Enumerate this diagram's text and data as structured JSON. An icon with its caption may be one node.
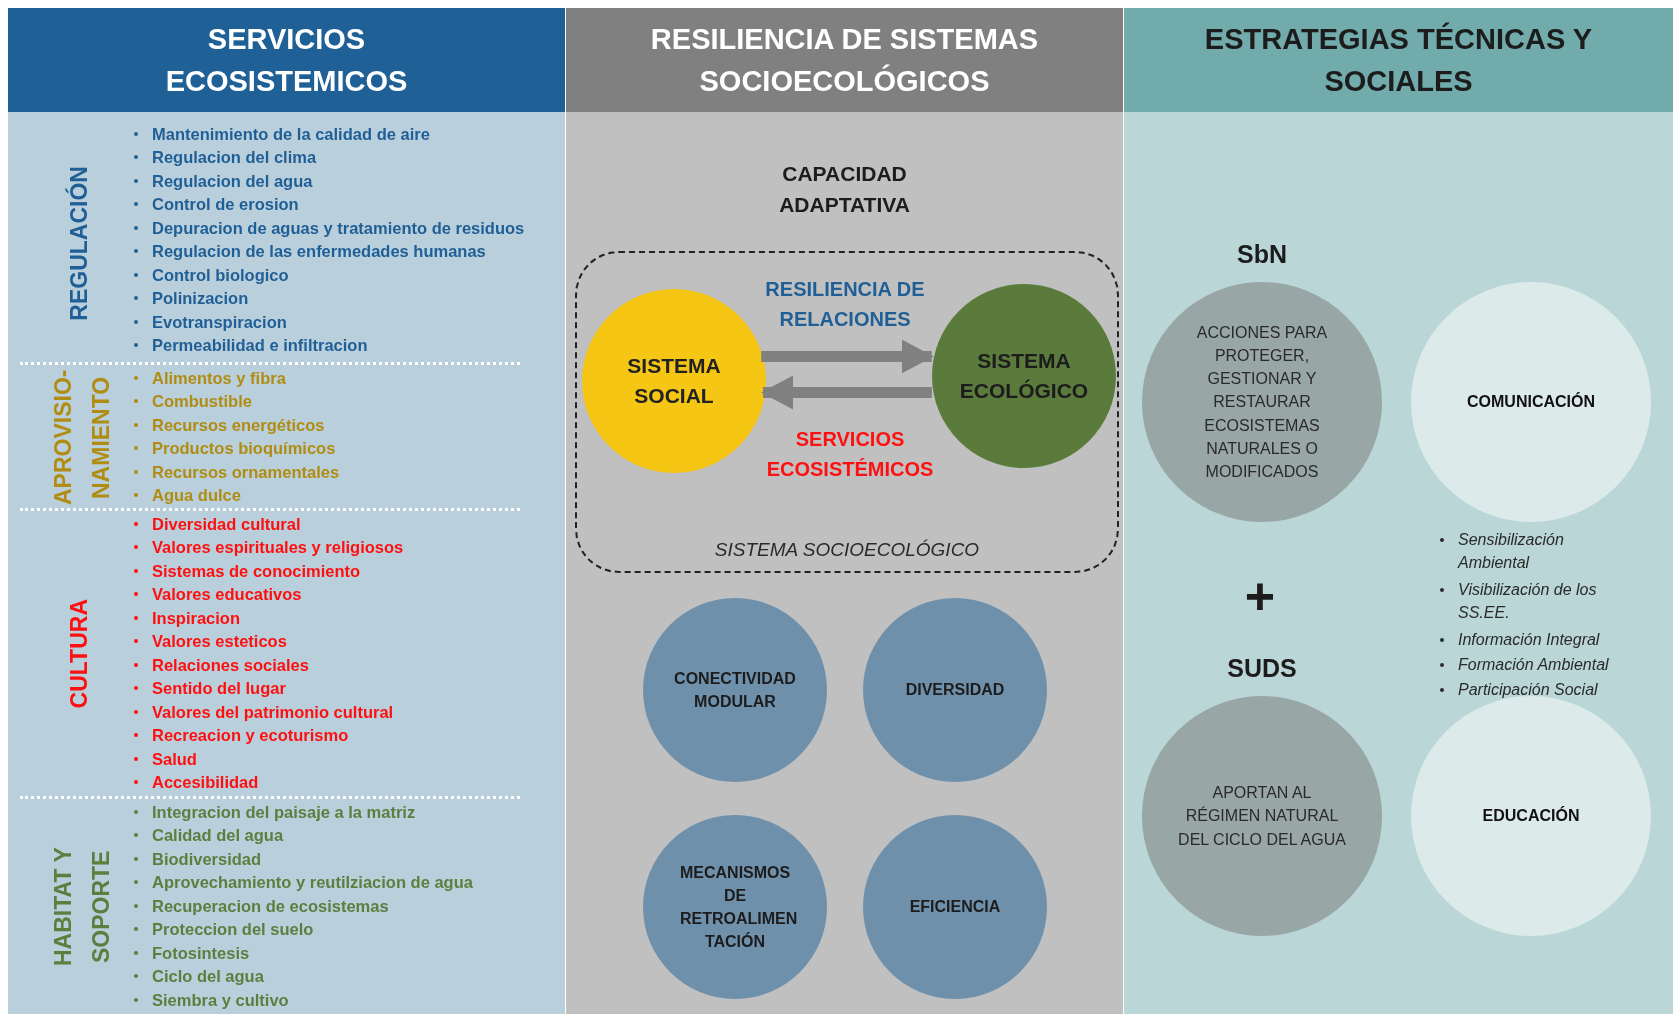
{
  "diagram": {
    "nodes": [
      {
        "text": [
          "SERVICIOS ECOSISTEMICOS"
        ]
      },
      {
        "text": [
          "REGULACIÓN",
          "Mantenimiento de la calidad de aire",
          "Regulacion del clima",
          "Regulacion del agua",
          "Control de erosion",
          "Depuracion de aguas y tratamiento de residuos",
          "Regulacion de las enfermedades humanas",
          "Control biologico",
          "Polinizacion",
          "Evotranspiracion",
          "Permeabilidad e infiltracion"
        ],
        "in": 0
      },
      {
        "text": [
          "APROVISIO- NAMIENTO",
          "Alimentos y fibra",
          "Combustible",
          "Recursos energéticos",
          "Productos bioquímicos",
          "Recursos ornamentales",
          "Agua dulce"
        ],
        "in": 0
      },
      {
        "text": [
          "CULTURA",
          "Diversidad cultural",
          "Valores espirituales y religiosos",
          "Sistemas de conocimiento",
          "Valores educativos",
          "Inspiracion",
          "Valores esteticos",
          "Relaciones sociales",
          "Sentido del lugar",
          "Valores del patrimonio cultural",
          "Recreacion y ecoturismo",
          "Salud",
          "Accesibilidad"
        ],
        "in": 0
      },
      {
        "text": [
          "HABITAT Y SOPORTE",
          "Integracion del paisaje a la matriz",
          "Calidad del agua",
          "Biodiversidad",
          "Aprovechamiento y reutilziacion de agua",
          "Recuperacion de ecosistemas",
          "Proteccion del suelo",
          "Fotosintesis",
          "Ciclo del agua",
          "Siembra y cultivo"
        ],
        "in": 0
      },
      {
        "text": [
          "RESILIENCIA DE SISTEMAS SOCIOECOLÓGICOS",
          "CAPACIDAD ADAPTATIVA"
        ]
      },
      {
        "text": [
          "SISTEMA SOCIOECOLÓGICO"
        ],
        "in": 5
      },
      {
        "text": [
          "SISTEMA SOCIAL"
        ],
        "in": 6
      },
      {
        "text": [
          "SISTEMA ECOLÓGICO"
        ],
        "in": 6
      },
      {
        "text": [
          "CONECTIVIDAD MODULAR"
        ],
        "in": 5
      },
      {
        "text": [
          "DIVERSIDAD"
        ],
        "in": 5
      },
      {
        "text": [
          "MECANISMOS DE RETROALIMEN TACIÓN"
        ],
        "in": 5
      },
      {
        "text": [
          "EFICIENCIA"
        ],
        "in": 5
      },
      {
        "text": [
          "ESTRATEGIAS TÉCNICAS Y SOCIALES"
        ]
      },
      {
        "text": [
          "SbN",
          "ACCIONES PARA PROTEGER, GESTIONAR Y RESTAURAR ECOSISTEMAS NATURALES O MODIFICADOS"
        ],
        "in": 13
      },
      {
        "text": [
          "COMUNICACIÓN"
        ],
        "in": 13
      },
      {
        "text": [
          "SUDS",
          "APORTAN AL RÉGIMEN NATURAL DEL CICLO DEL AGUA"
        ],
        "in": 13
      },
      {
        "text": [
          "EDUCACIÓN"
        ],
        "in": 13
      }
    ],
    "edges": [
      {
        "from": 7,
        "to": 8,
        "arrow": "to",
        "label": "RESILIENCIA DE RELACIONES"
      },
      {
        "from": 8,
        "to": 7,
        "arrow": "to",
        "label": "SERVICIOS ECOSISTÉMICOS"
      }
    ],
    "labels": [
      "+",
      "Sensibilización Ambiental",
      "Visibilización de los SS.EE.",
      "Información Integral",
      "Formación Ambiental",
      "Participación Social"
    ]
  }
}
